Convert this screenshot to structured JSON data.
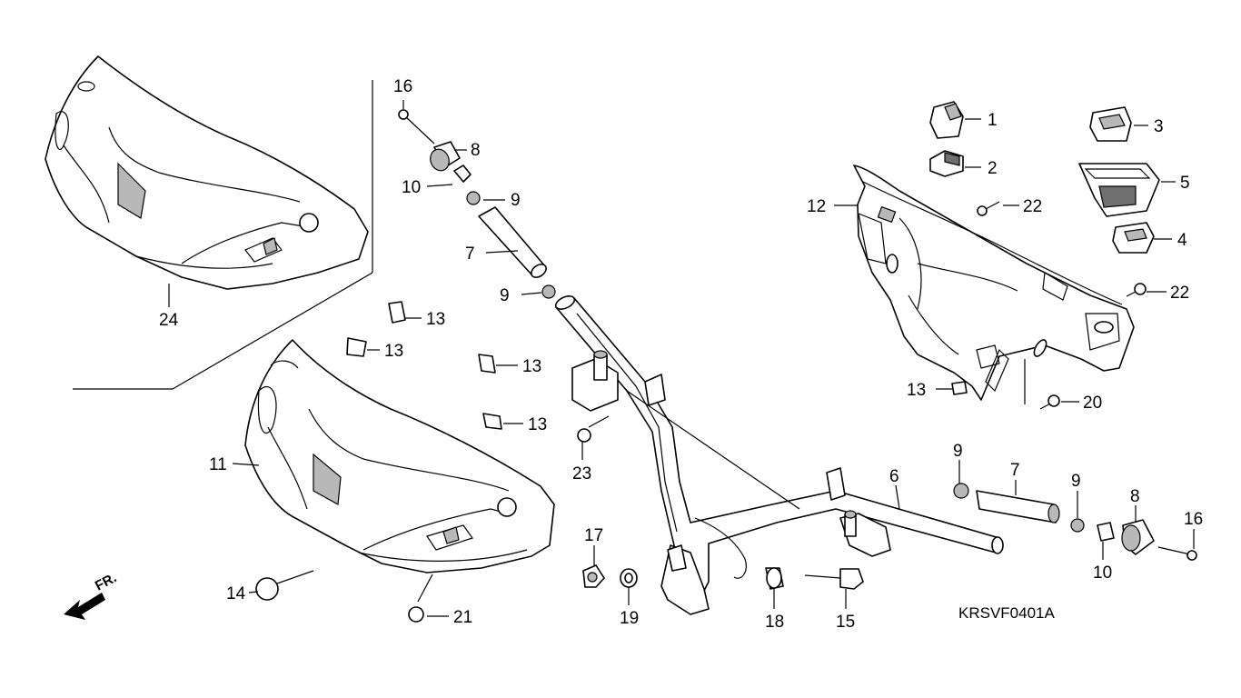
{
  "diagram_code": "KRSVF0401A",
  "front_marker": "FR.",
  "callouts": {
    "c16a": "16",
    "c8a": "8",
    "c10a": "10",
    "c9a": "9",
    "c7a": "7",
    "c9b": "9",
    "c1": "1",
    "c2": "2",
    "c3": "3",
    "c5": "5",
    "c4": "4",
    "c12": "12",
    "c22a": "22",
    "c22b": "22",
    "c13e": "13",
    "c20": "20",
    "c24": "24",
    "c13a": "13",
    "c13b": "13",
    "c13c": "13",
    "c13d": "13",
    "c11": "11",
    "c14": "14",
    "c21": "21",
    "c23": "23",
    "c17": "17",
    "c19": "19",
    "c18": "18",
    "c15": "15",
    "c6": "6",
    "c9c": "9",
    "c7b": "7",
    "c9d": "9",
    "c8b": "8",
    "c16b": "16",
    "c10b": "10"
  }
}
